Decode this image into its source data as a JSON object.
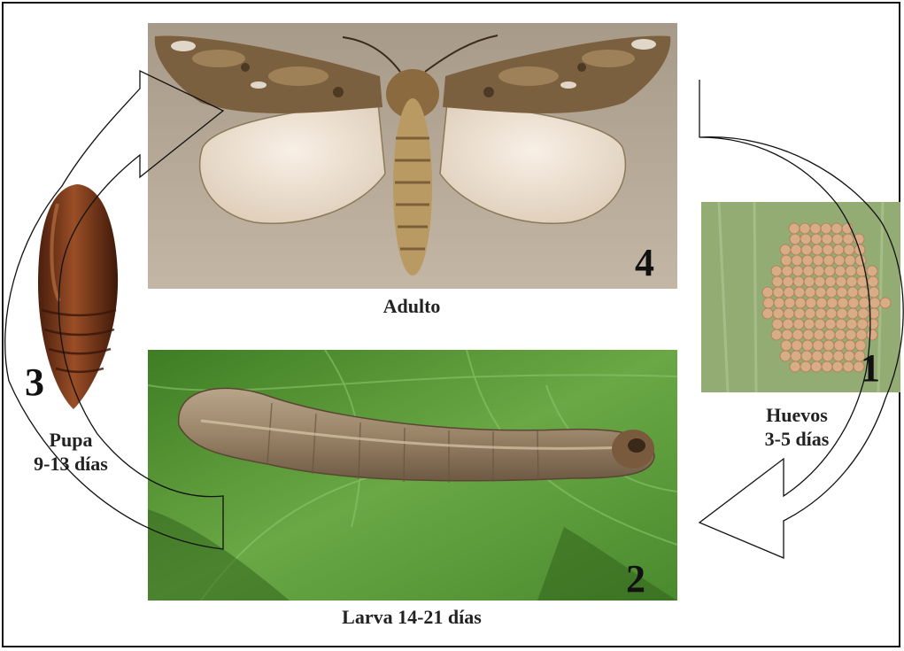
{
  "stages": {
    "adult": {
      "number": "4",
      "label": "Adulto"
    },
    "larva": {
      "number": "2",
      "label": "Larva 14-21 días"
    },
    "eggs": {
      "number": "1",
      "label_line1": "Huevos",
      "label_line2": "3-5 días"
    },
    "pupa": {
      "number": "3",
      "label_line1": "Pupa",
      "label_line2": "9-13 días"
    }
  },
  "colors": {
    "frame": "#111111",
    "moth_background": "#b8a896",
    "leaf_green": "#5c9a3a",
    "egg_color": "#d8ac84",
    "pupa_color": "#7a3a1c"
  }
}
